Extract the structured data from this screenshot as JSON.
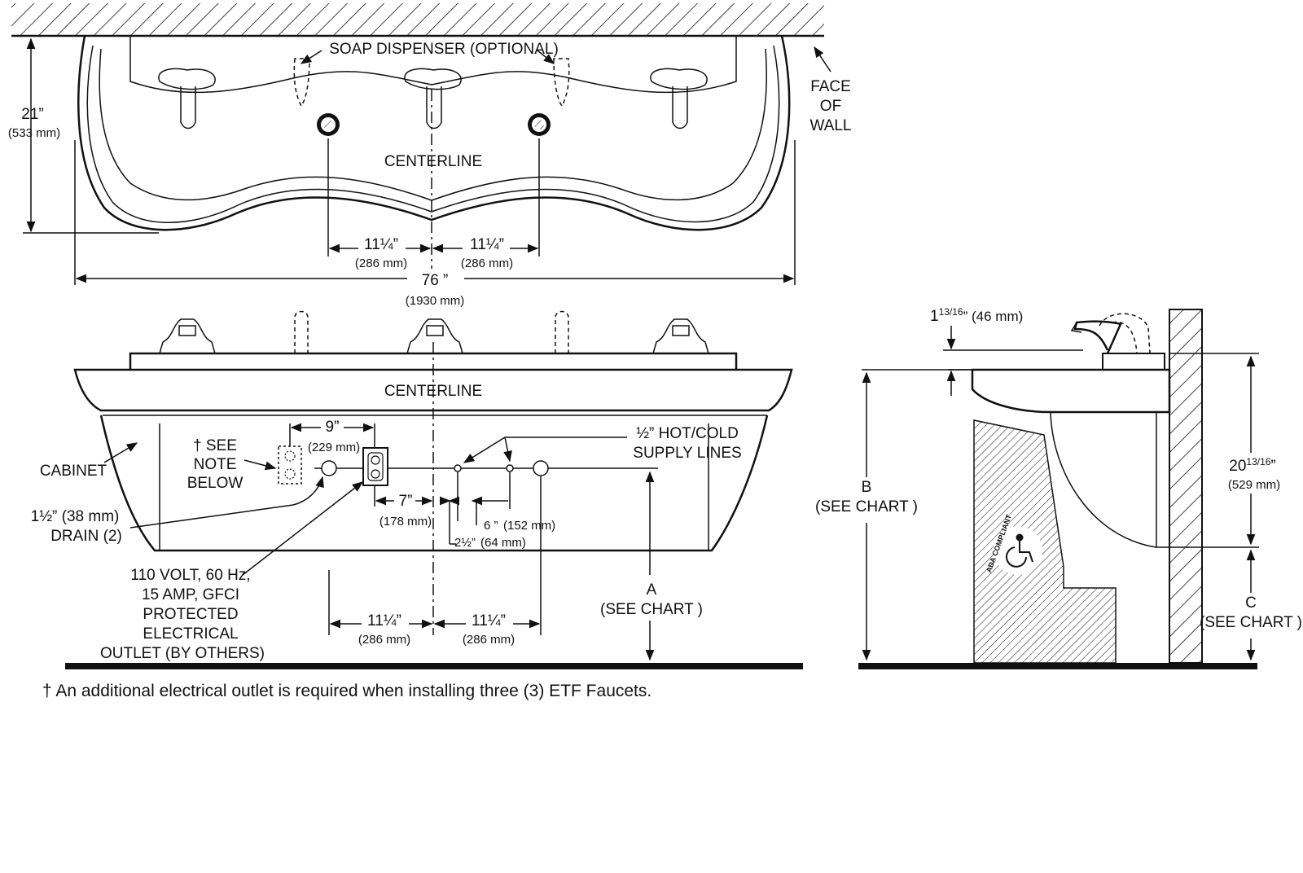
{
  "top_view": {
    "soap_dispenser": "SOAP DISPENSER (OPTIONAL)",
    "face_of_wall": [
      "FACE",
      "OF",
      "WALL"
    ],
    "depth_in": "21”",
    "depth_mm": "(533 mm)",
    "centerline": "CENTERLINE",
    "left_spacing_in": "11¼”",
    "left_spacing_mm": "(286 mm)",
    "right_spacing_in": "11¼”",
    "right_spacing_mm": "(286 mm)",
    "width_in": "76 ”",
    "width_mm": "(1930 mm)"
  },
  "front_view": {
    "centerline": "CENTERLINE",
    "cabinet": "CABINET",
    "see_note": [
      "† SEE",
      "NOTE",
      "BELOW"
    ],
    "outlet_spacing_in": "9”",
    "outlet_spacing_mm": "(229 mm)",
    "supply_lines": [
      "½” HOT/COLD",
      "SUPPLY LINES"
    ],
    "drain": [
      "1½” (38 mm)",
      "DRAIN (2)"
    ],
    "seven_in": "7”",
    "seven_mm": "(178 mm)",
    "six_in": "6 ”",
    "six_mm": "(152 mm)",
    "two_half": "2½”",
    "two_half_mm": "(64 mm)",
    "electrical": [
      "110 VOLT, 60 Hz,",
      "15 AMP, GFCI",
      "PROTECTED",
      "ELECTRICAL",
      "OUTLET (BY OTHERS)"
    ],
    "a_label": [
      "A",
      "(SEE CHART )"
    ],
    "left_spacing_in": "11¼”",
    "left_spacing_mm": "(286 mm)",
    "right_spacing_in": "11¼”",
    "right_spacing_mm": "(286 mm)"
  },
  "side_view": {
    "spout_in_main": "1",
    "spout_in_frac": "13/16",
    "spout_in_rest": "” (46 mm)",
    "height_in_main": "20",
    "height_in_frac": "13/16",
    "height_in_rest": "”",
    "height_mm": "(529 mm)",
    "b_label": [
      "B",
      "(SEE CHART )"
    ],
    "c_label": [
      "C",
      "(SEE CHART )"
    ],
    "ada_badge": "ADA COMPLIANT"
  },
  "footnote": "† An additional electrical outlet is required when installing three (3) ETF Faucets."
}
